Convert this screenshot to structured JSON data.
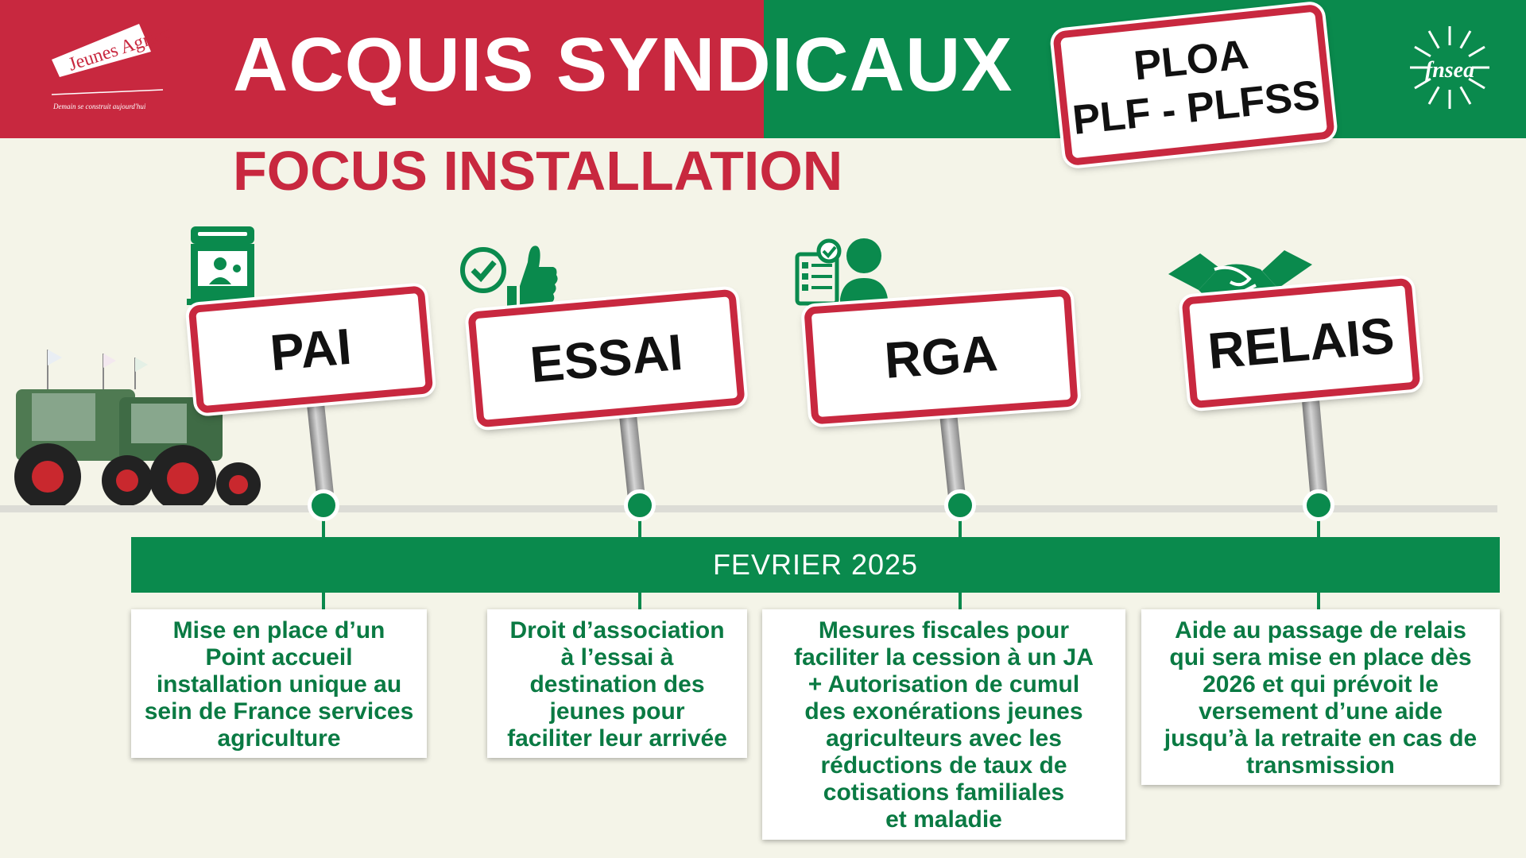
{
  "header": {
    "title": "ACQUIS SYNDICAUX",
    "subtitle": "FOCUS INSTALLATION",
    "logo_left": "Jeunes Agriculteurs",
    "logo_left_tagline": "Demain se construit aujourd'hui",
    "logo_right": "fnsea"
  },
  "ploa_sign": {
    "line1": "PLOA",
    "line2": "PLF - PLFSS"
  },
  "timeline": {
    "label": "FEVRIER 2025"
  },
  "signs": [
    {
      "label": "PAI",
      "icon": "kiosk-icon",
      "description": "Mise en place d’un\nPoint accueil\ninstallation unique au\nsein de France services\nagriculture"
    },
    {
      "label": "ESSAI",
      "icon": "thumbs-up-icon",
      "description": "Droit d’association\nà l’essai à\ndestination des\njeunes pour\nfaciliter leur arrivée"
    },
    {
      "label": "RGA",
      "icon": "checklist-person-icon",
      "description": "Mesures fiscales pour\nfaciliter la cession à un JA\n+ Autorisation de cumul\ndes exonérations jeunes\nagriculteurs avec les\nréductions de taux de\ncotisations familiales\net maladie"
    },
    {
      "label": "RELAIS",
      "icon": "handshake-icon",
      "description": "Aide au passage de relais\nqui sera mise en place dès\n2026 et qui prévoit le\nversement d’une aide\njusqu’à la retraite en cas de\ntransmission"
    }
  ],
  "colors": {
    "red": "#c8283f",
    "green": "#0a8a4d",
    "background": "#f4f4e8"
  }
}
